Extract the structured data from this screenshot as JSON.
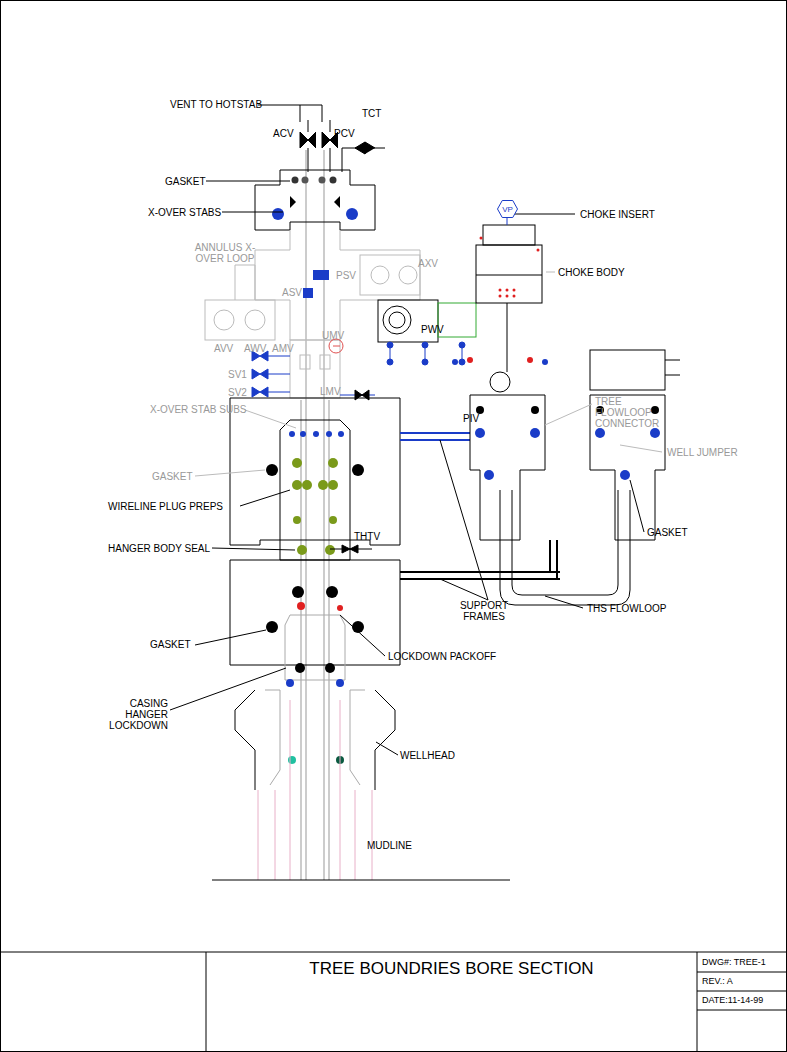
{
  "diagram": {
    "title": "TREE BOUNDRIES BORE SECTION",
    "nodes": [
      {
        "text": [
          "VP"
        ]
      }
    ],
    "labels": [
      "VENT TO HOTSTAB",
      "GASKET",
      "X-OVER STABS",
      "ACV",
      "PCV",
      "TCT",
      "CHOKE INSERT",
      "ANNULUS X-OVER LOOP",
      "PSV",
      "ASV",
      "AXV",
      "AVV",
      "AWV",
      "PWV",
      "UMV",
      "AMV",
      "SV1",
      "SV2",
      "LMV",
      "CHOKE BODY",
      "TREE FLOWLOOP CONNECTOR",
      "WELL JUMPER",
      "PIV",
      "X-OVER STAB SUBS",
      "GASKET",
      "GASKET",
      "WIRELINE PLUG PREPS",
      "HANGER BODY SEAL",
      "THTV",
      "SUPPORT FRAMES",
      "THS FLOWLOOP",
      "GASKET",
      "LOCKDOWN PACKOFF",
      "CASING HANGER LOCKDOWN",
      "WELLHEAD",
      "MUDLINE",
      "DWG#: TREE-1",
      "REV.: A",
      "DATE:11-14-99"
    ]
  }
}
